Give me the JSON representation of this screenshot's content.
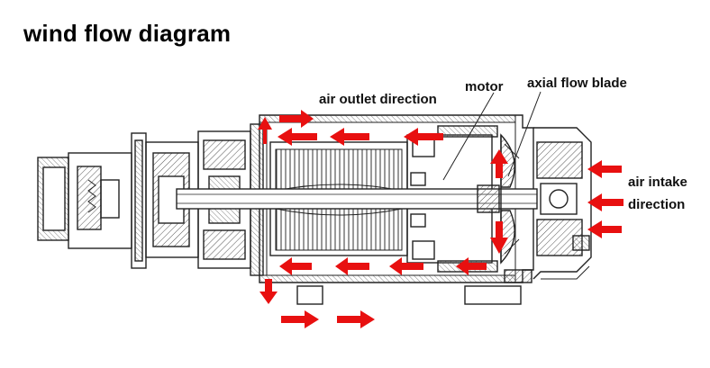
{
  "title": "wind flow diagram",
  "labels": {
    "motor": "motor",
    "axial_flow_blade": "axial flow blade",
    "air_outlet_direction": "air outlet direction",
    "air_intake_line1": "air  intake",
    "air_intake_line2": "direction"
  },
  "colors": {
    "arrow": "#e81010",
    "line": "#222222",
    "hatch": "#555555"
  }
}
